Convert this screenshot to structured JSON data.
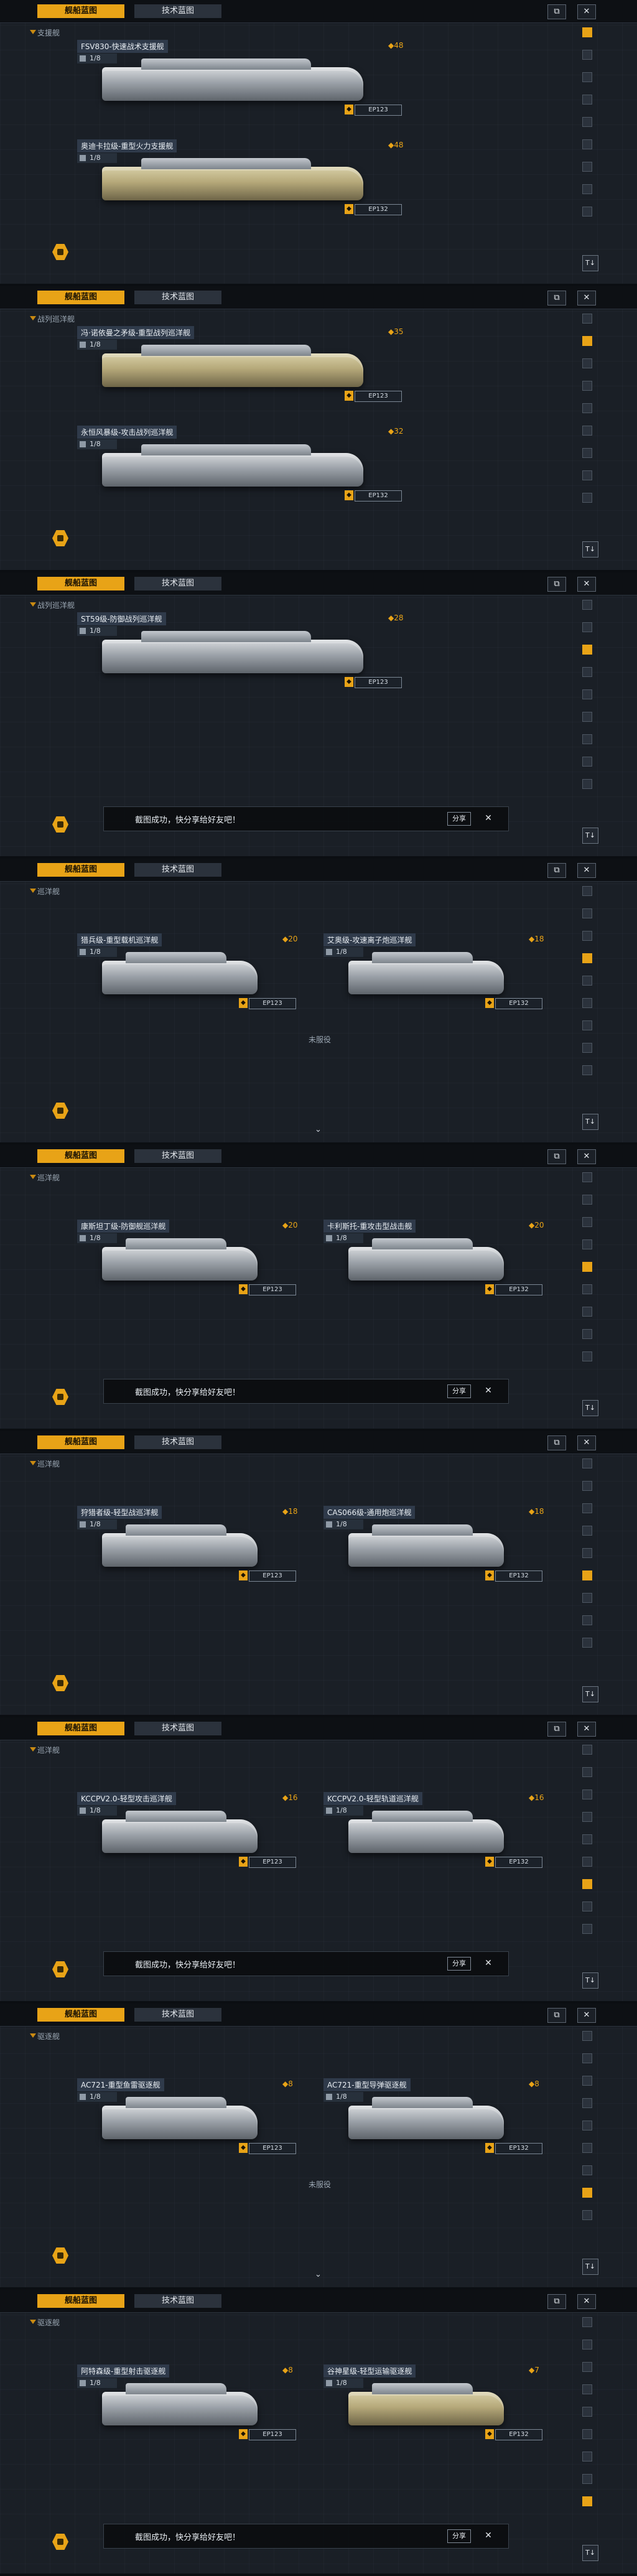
{
  "tabs": {
    "active": "舰船蓝图",
    "inactive": "技术蓝图"
  },
  "toolbar": {
    "share_icon": "share-icon",
    "close_label": "✕"
  },
  "toast": {
    "text": "截图成功，快分享给好友吧！",
    "share": "分享",
    "close": "✕"
  },
  "sidebar_filter": "T↓",
  "divider": "未服役",
  "panels": [
    {
      "section": "支援舰",
      "ships": [
        {
          "name": "FSV830-快速战术支援舰",
          "cost": "◆48",
          "meta": "1/8",
          "stamp": "EP123",
          "hull": "gray"
        },
        {
          "name": "奥迪卡拉级-重型火力支援舰",
          "cost": "◆48",
          "meta": "1/8",
          "stamp": "EP132",
          "hull": "tan"
        }
      ],
      "toast": false
    },
    {
      "section": "战列巡洋舰",
      "ships": [
        {
          "name": "冯·诺依曼之矛级-重型战列巡洋舰",
          "cost": "◆35",
          "meta": "1/8",
          "stamp": "EP123",
          "hull": "tan"
        },
        {
          "name": "永恒风暴级-攻击战列巡洋舰",
          "cost": "◆32",
          "meta": "1/8",
          "stamp": "EP132",
          "hull": "gray"
        }
      ],
      "toast": false
    },
    {
      "section": "战列巡洋舰",
      "ships": [
        {
          "name": "ST59级-防御战列巡洋舰",
          "cost": "◆28",
          "meta": "1/8",
          "stamp": "EP123",
          "hull": "gray"
        }
      ],
      "toast": true
    },
    {
      "section": "巡洋舰",
      "ships": [
        {
          "name": "猎兵级-重型载机巡洋舰",
          "cost": "◆20",
          "meta": "1/8",
          "stamp": "EP123",
          "hull": "gray"
        },
        {
          "name": "艾奥级-攻速离子炮巡洋舰",
          "cost": "◆18",
          "meta": "1/8",
          "stamp": "EP132",
          "hull": "gray"
        }
      ],
      "toast": false
    },
    {
      "section": "巡洋舰",
      "ships": [
        {
          "name": "康斯坦丁级-防御舰巡洋舰",
          "cost": "◆20",
          "meta": "1/8",
          "stamp": "EP123",
          "hull": "gray"
        },
        {
          "name": "卡利斯托-重攻击型战击舰",
          "cost": "◆20",
          "meta": "1/8",
          "stamp": "EP132",
          "hull": "gray"
        }
      ],
      "toast": true
    },
    {
      "section": "巡洋舰",
      "ships": [
        {
          "name": "狩猎者级-轻型战巡洋舰",
          "cost": "◆18",
          "meta": "1/8",
          "stamp": "EP123",
          "hull": "gray"
        },
        {
          "name": "CAS066级-通用炮巡洋舰",
          "cost": "◆18",
          "meta": "1/8",
          "stamp": "EP132",
          "hull": "gray"
        }
      ],
      "toast": false
    },
    {
      "section": "巡洋舰",
      "ships": [
        {
          "name": "KCCPV2.0-轻型攻击巡洋舰",
          "cost": "◆16",
          "meta": "1/8",
          "stamp": "EP123",
          "hull": "gray"
        },
        {
          "name": "KCCPV2.0-轻型轨道巡洋舰",
          "cost": "◆16",
          "meta": "1/8",
          "stamp": "EP132",
          "hull": "gray"
        }
      ],
      "toast": true
    },
    {
      "section": "驱逐舰",
      "ships": [
        {
          "name": "AC721-重型鱼雷驱逐舰",
          "cost": "◆8",
          "meta": "1/8",
          "stamp": "EP123",
          "hull": "gray"
        },
        {
          "name": "AC721-重型导弹驱逐舰",
          "cost": "◆8",
          "meta": "1/8",
          "stamp": "EP132",
          "hull": "gray"
        }
      ],
      "toast": false
    },
    {
      "section": "驱逐舰",
      "ships": [
        {
          "name": "阿特森级-重型射击驱逐舰",
          "cost": "◆8",
          "meta": "1/8",
          "stamp": "EP123",
          "hull": "gray"
        },
        {
          "name": "谷神星级-轻型运输驱逐舰",
          "cost": "◆7",
          "meta": "1/8",
          "stamp": "EP132",
          "hull": "tan"
        }
      ],
      "toast": true
    }
  ]
}
